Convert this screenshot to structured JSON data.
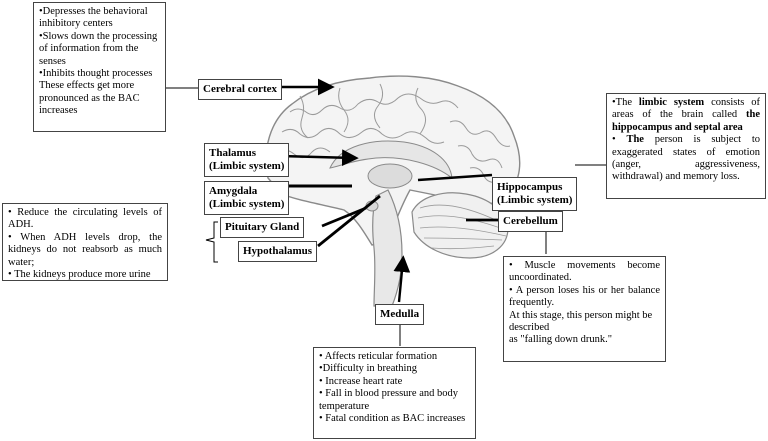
{
  "labels": {
    "cerebral_cortex": "Cerebral cortex",
    "thalamus_1": "Thalamus",
    "thalamus_2": "(Limbic system)",
    "amygdala_1": "Amygdala",
    "amygdala_2": "(Limbic system)",
    "pituitary": "Pituitary Gland",
    "hypothalamus": "Hypothalamus",
    "hippocampus_1": "Hippocampus",
    "hippocampus_2": "(Limbic system)",
    "cerebellum": "Cerebellum",
    "medulla": "Medulla"
  },
  "cortex_box": {
    "lines": [
      "•Depresses the behavioral inhibitory centers",
      "•Slows down the processing of information from the senses",
      "•Inhibits thought processes",
      "These effects get more pronounced as the BAC increases"
    ]
  },
  "adh_box": {
    "lines": [
      "• Reduce the circulating levels of ADH.",
      "• When ADH levels drop, the kidneys do not reabsorb as much water;",
      "• The kidneys produce more urine"
    ]
  },
  "limbic_box": {
    "p1_pre": "•The ",
    "p1_bold1": "limbic system",
    "p1_mid": " consists of areas of the brain called ",
    "p1_bold2": "the hippocampus and septal area",
    "p2_bullet": "• ",
    "p2_bold": "The",
    "p2_rest": " person is subject to exaggerated states of emotion (anger, aggressiveness, withdrawal) and memory loss."
  },
  "cerebellum_box": {
    "lines": [
      "• Muscle movements become uncoordinated.",
      "• A person loses his or her balance frequently.",
      "At this stage, this person might be described",
      "as \"falling down drunk.\""
    ]
  },
  "medulla_box": {
    "lines": [
      "• Affects reticular formation",
      "•Difficulty in breathing",
      "• Increase heart rate",
      "• Fall in blood pressure and body temperature",
      "• Fatal condition as BAC increases"
    ]
  },
  "colors": {
    "line": "#000000",
    "brain_stroke": "#8a8a8a",
    "box_border": "#444444"
  }
}
